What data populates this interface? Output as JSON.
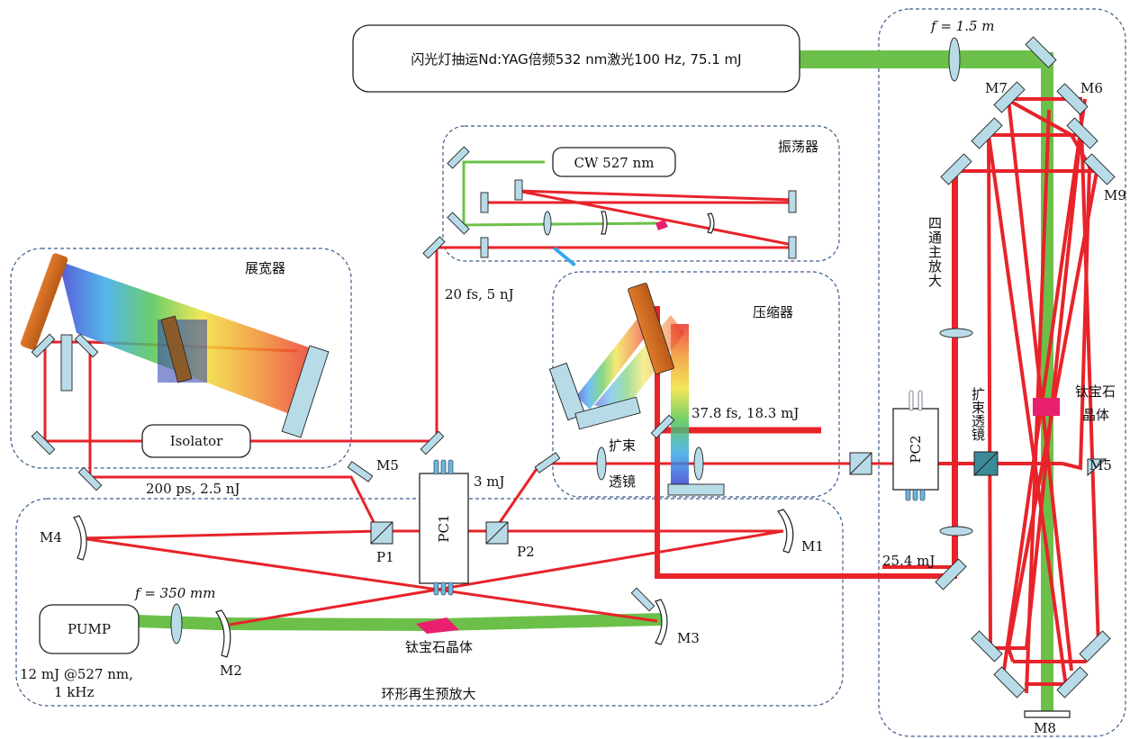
{
  "regions": {
    "stretcher": "展宽器",
    "oscillator": "振荡器",
    "compressor": "压缩器",
    "regen_amp": "环形再生预放大",
    "main_amp": "四通主放大"
  },
  "boxes": {
    "pump_laser": "闪光灯抽运Nd:YAG倍频532 nm激光100 Hz, 75.1 mJ",
    "cw": "CW 527 nm",
    "isolator": "Isolator",
    "pump": "PUMP",
    "pc1": "PC1",
    "pc2": "PC2"
  },
  "beam_labels": {
    "osc_out": "20 fs, 5 nJ",
    "stretched": "200 ps, 2.5 nJ",
    "regen_out": "3 mJ",
    "compressed": "37.8 fs, 18.3 mJ",
    "amp_out": "25.4 mJ",
    "pump_spec_1": "12 mJ @527 nm,",
    "pump_spec_2": "1 kHz"
  },
  "lens_labels": {
    "f_big": "f = 1.5 m",
    "f_small": "f = 350 mm",
    "expander_1": "扩束",
    "expander_2": "透镜",
    "expander_vertical": "扩束透镜"
  },
  "crystal_labels": {
    "regen_crystal": "钛宝石晶体",
    "main_crystal_1": "钛宝石",
    "main_crystal_2": "晶体"
  },
  "component_labels": {
    "M1": "M1",
    "M2": "M2",
    "M3": "M3",
    "M4": "M4",
    "M5_left": "M5",
    "M5_right": "M5",
    "M6": "M6",
    "M7": "M7",
    "M8": "M8",
    "M9": "M9",
    "P1": "P1",
    "P2": "P2"
  },
  "colors": {
    "beam_red": "#e8232a",
    "beam_green": "#6cc04a",
    "mirror_fill": "#b8dbe8",
    "region_border": "#3a5a8a",
    "crystal": "#e8206e",
    "grating": "#c8864a"
  }
}
